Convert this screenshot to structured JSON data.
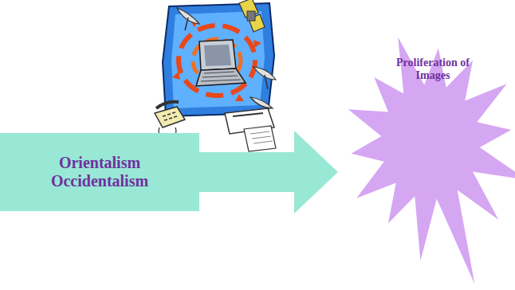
{
  "diagram": {
    "nodes": [
      {
        "text": [
          "Orientalism Occidentalism"
        ]
      },
      {
        "text": [
          "Proliferation of Images"
        ]
      }
    ],
    "edges": [
      {
        "from": 0,
        "to": 1,
        "arrow": "to"
      }
    ]
  }
}
